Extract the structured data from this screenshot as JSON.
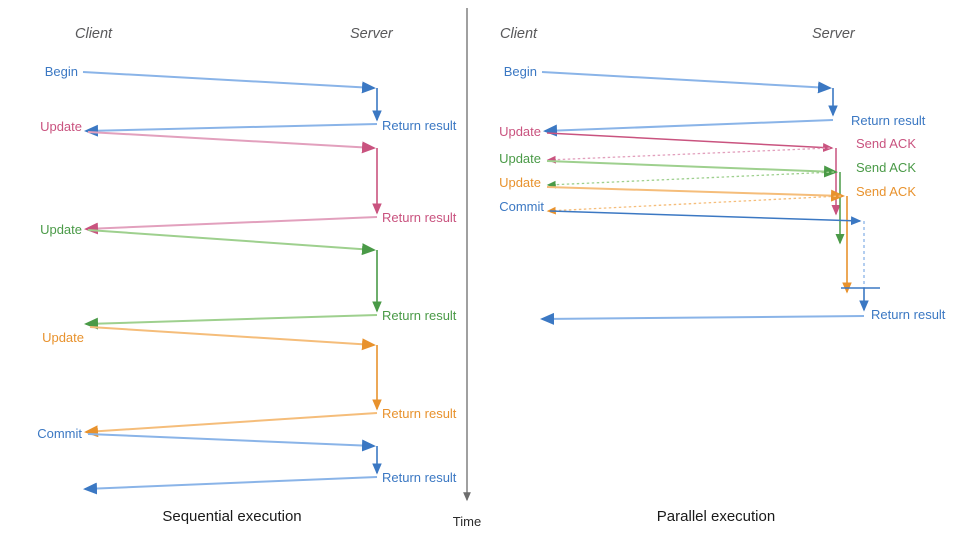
{
  "colors": {
    "blue": "#3b78c3",
    "blue_light": "#8ab4e8",
    "pink": "#c9537f",
    "pink_light": "#e2a0bd",
    "green": "#4a9a47",
    "green_light": "#9ed08e",
    "orange": "#e8922d",
    "orange_light": "#f5bd7a",
    "divider": "#6d6d6d",
    "lane_title": "#58585a",
    "caption": "#1a1a1a"
  },
  "axis": {
    "label": "Time"
  },
  "panels": [
    {
      "id": "sequential",
      "caption": "Sequential execution",
      "client_lane_title": "Client",
      "server_lane_title": "Server",
      "client_messages": [
        {
          "label": "Begin",
          "color_key": "blue"
        },
        {
          "label": "Update",
          "color_key": "pink"
        },
        {
          "label": "Update",
          "color_key": "green"
        },
        {
          "label": "Update",
          "color_key": "orange"
        },
        {
          "label": "Commit",
          "color_key": "blue"
        }
      ],
      "server_messages": [
        {
          "label": "Return result",
          "color_key": "blue"
        },
        {
          "label": "Return result",
          "color_key": "pink"
        },
        {
          "label": "Return result",
          "color_key": "green"
        },
        {
          "label": "Return result",
          "color_key": "orange"
        },
        {
          "label": "Return result",
          "color_key": "blue"
        }
      ]
    },
    {
      "id": "parallel",
      "caption": "Parallel execution",
      "client_lane_title": "Client",
      "server_lane_title": "Server",
      "client_messages": [
        {
          "label": "Begin",
          "color_key": "blue"
        },
        {
          "label": "Update",
          "color_key": "pink"
        },
        {
          "label": "Update",
          "color_key": "green"
        },
        {
          "label": "Update",
          "color_key": "orange"
        },
        {
          "label": "Commit",
          "color_key": "blue"
        }
      ],
      "server_messages": [
        {
          "label": "Return result",
          "color_key": "blue"
        },
        {
          "label": "Send ACK",
          "color_key": "pink"
        },
        {
          "label": "Send ACK",
          "color_key": "green"
        },
        {
          "label": "Send ACK",
          "color_key": "orange"
        },
        {
          "label": "Return result",
          "color_key": "blue"
        }
      ]
    }
  ]
}
